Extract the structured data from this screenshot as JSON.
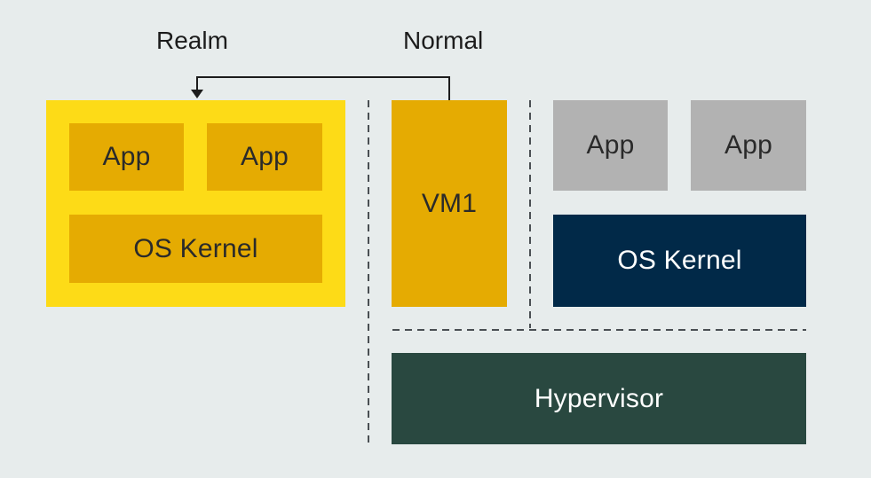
{
  "labels": {
    "realm": "Realm",
    "normal": "Normal"
  },
  "realm": {
    "apps": [
      "App",
      "App"
    ],
    "kernel": "OS Kernel"
  },
  "normal": {
    "vm": "VM1",
    "apps": [
      "App",
      "App"
    ],
    "kernel": "OS Kernel"
  },
  "hypervisor": "Hypervisor",
  "colors": {
    "background": "#e7ecec",
    "realm_outer": "#fddb17",
    "realm_inner": "#e5ab02",
    "vm": "#e5ab02",
    "app_gray": "#b2b2b2",
    "os_kernel_navy": "#012948",
    "hypervisor_green": "#294840",
    "dashed_line": "#4a4f53",
    "arrow": "#1c1c1c"
  }
}
